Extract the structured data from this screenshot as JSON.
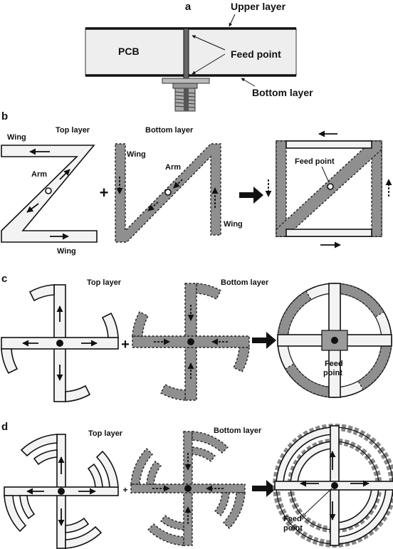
{
  "panels": {
    "a": {
      "label": "a",
      "upper_layer": "Upper layer",
      "pcb": "PCB",
      "feed_point": "Feed point",
      "bottom_layer": "Bottom layer"
    },
    "b": {
      "label": "b",
      "top_layer": "Top layer",
      "bottom_layer": "Bottom layer",
      "wing_top_left": "Wing",
      "wing_top_bottom": "Wing",
      "arm_top": "Arm",
      "wing_bottom_left": "Wing",
      "arm_bottom": "Arm",
      "wing_bottom_right": "Wing",
      "feed_point": "Feed point",
      "plus": "+"
    },
    "c": {
      "label": "c",
      "top_layer": "Top layer",
      "bottom_layer": "Bottom layer",
      "feed_point_line1": "Feed",
      "feed_point_line2": "point",
      "plus": "+"
    },
    "d": {
      "label": "d",
      "top_layer": "Top layer",
      "bottom_layer": "Bottom layer",
      "feed_point_line1": "Feed",
      "feed_point_line2": "point",
      "plus": "+"
    }
  }
}
